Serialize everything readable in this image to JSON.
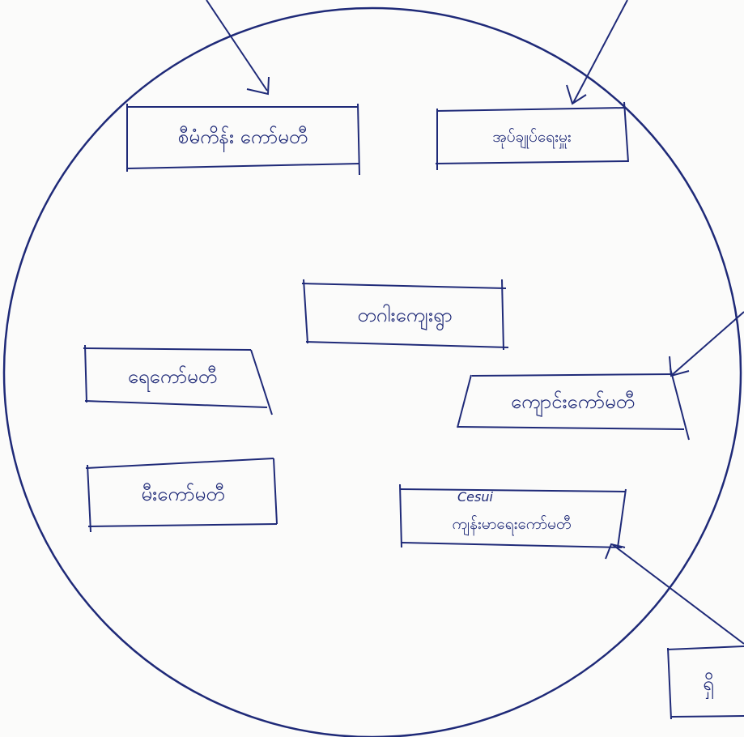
{
  "colors": {
    "ink": "#1f2a78",
    "paper": "#fbfbfa"
  },
  "boxes": {
    "top_left": "စီမံကိန်း ကော်မတီ",
    "top_right": "အုပ်ချုပ်ရေးမှူး",
    "center": "တဂါးကျေးရွာ",
    "left": "ရေကော်မတီ",
    "right": "ကျောင်းကော်မတီ",
    "bottom_left": "မီးကော်မတီ",
    "bottom_right": "ကျန်းမာရေးကော်မတီ",
    "bottom_right_note": "Cesui",
    "outside": "ရှိ"
  }
}
